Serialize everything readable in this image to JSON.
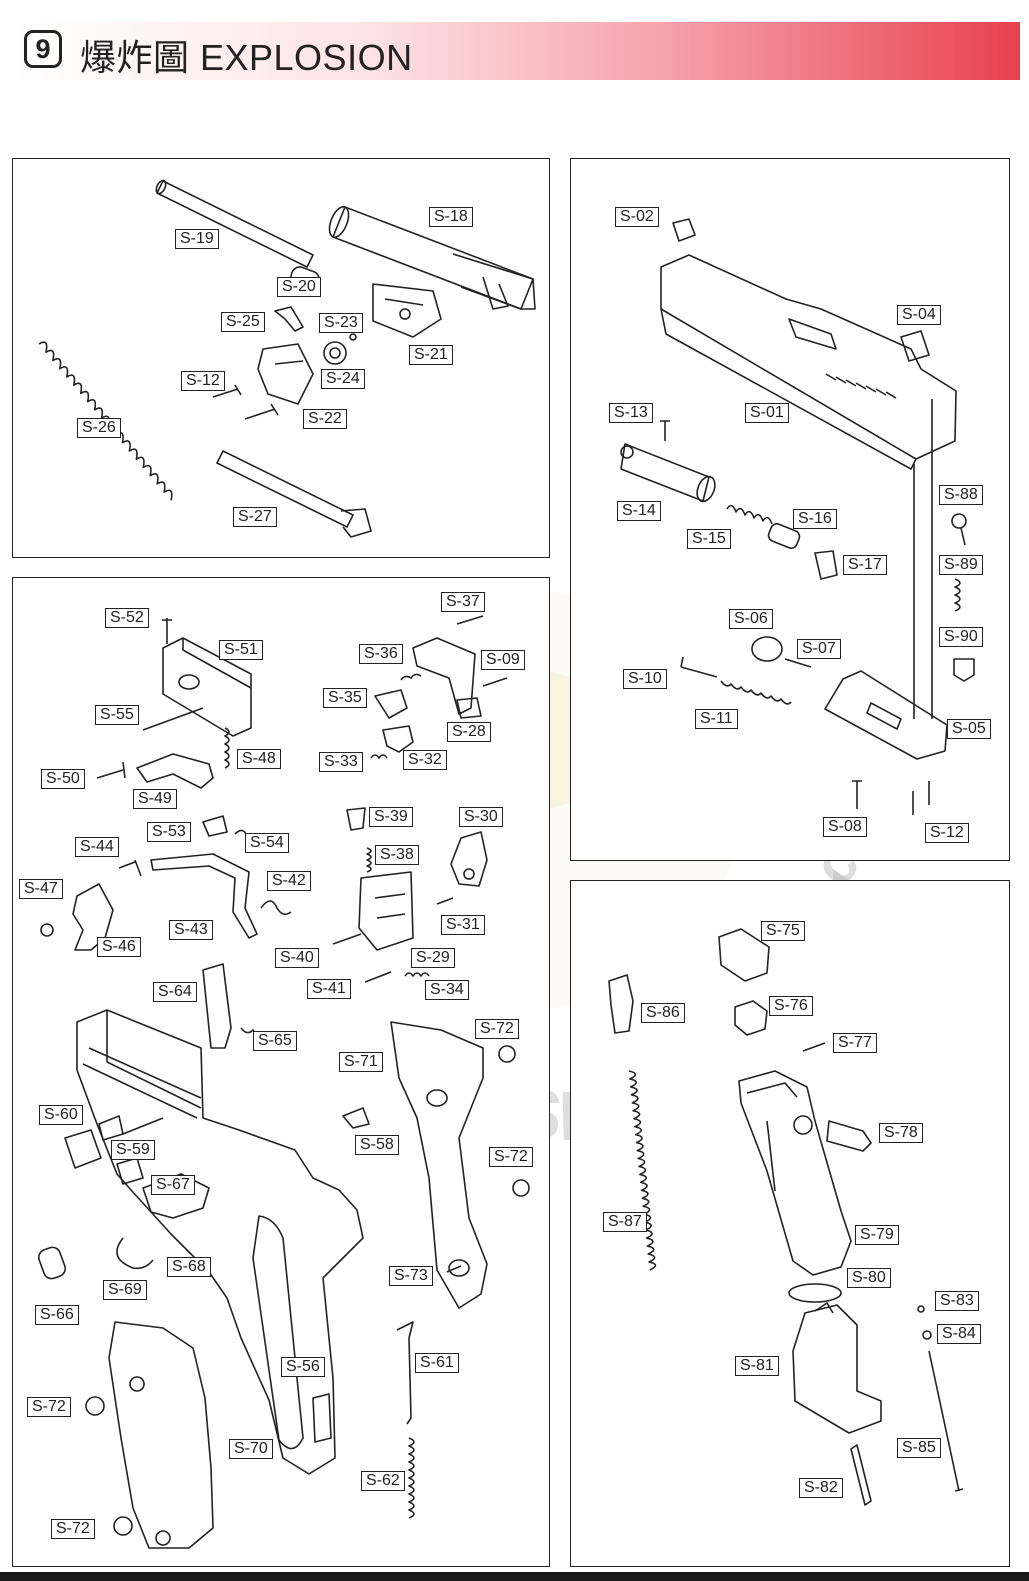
{
  "header": {
    "number": "9",
    "title": "爆炸圖 EXPLOSION"
  },
  "watermark": {
    "arc_text": "TOTAL GUNSHOP GUNDAY",
    "domain": "co.kr"
  },
  "colors": {
    "header_gradient_start": "#ffffff",
    "header_gradient_end": "#e8414f",
    "line": "#222222"
  },
  "panels": {
    "barrel": {
      "labels": [
        "S-19",
        "S-18",
        "S-20",
        "S-25",
        "S-23",
        "S-21",
        "S-12",
        "S-24",
        "S-26",
        "S-22",
        "S-27"
      ]
    },
    "slide": {
      "labels": [
        "S-02",
        "S-04",
        "S-13",
        "S-01",
        "S-14",
        "S-16",
        "S-88",
        "S-15",
        "S-17",
        "S-89",
        "S-06",
        "S-07",
        "S-90",
        "S-10",
        "S-11",
        "S-05",
        "S-08",
        "S-12"
      ]
    },
    "frame": {
      "labels": [
        "S-52",
        "S-37",
        "S-51",
        "S-36",
        "S-09",
        "S-35",
        "S-55",
        "S-28",
        "S-48",
        "S-33",
        "S-32",
        "S-50",
        "S-49",
        "S-39",
        "S-30",
        "S-53",
        "S-54",
        "S-44",
        "S-38",
        "S-42",
        "S-47",
        "S-43",
        "S-31",
        "S-46",
        "S-40",
        "S-29",
        "S-64",
        "S-41",
        "S-34",
        "S-65",
        "S-72",
        "S-71",
        "S-60",
        "S-58",
        "S-59",
        "S-72",
        "S-67",
        "S-68",
        "S-69",
        "S-73",
        "S-66",
        "S-56",
        "S-61",
        "S-72",
        "S-70",
        "S-62",
        "S-72"
      ]
    },
    "magazine": {
      "labels": [
        "S-75",
        "S-86",
        "S-76",
        "S-77",
        "S-78",
        "S-87",
        "S-79",
        "S-80",
        "S-83",
        "S-84",
        "S-81",
        "S-85",
        "S-82"
      ]
    }
  }
}
